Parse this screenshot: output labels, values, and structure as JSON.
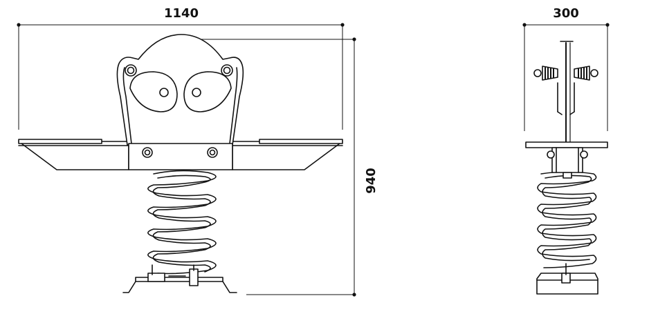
{
  "dimensions": {
    "front_width": "1140",
    "height": "940",
    "side_width": "300"
  },
  "colors": {
    "line": "#111111",
    "background": "#ffffff"
  }
}
